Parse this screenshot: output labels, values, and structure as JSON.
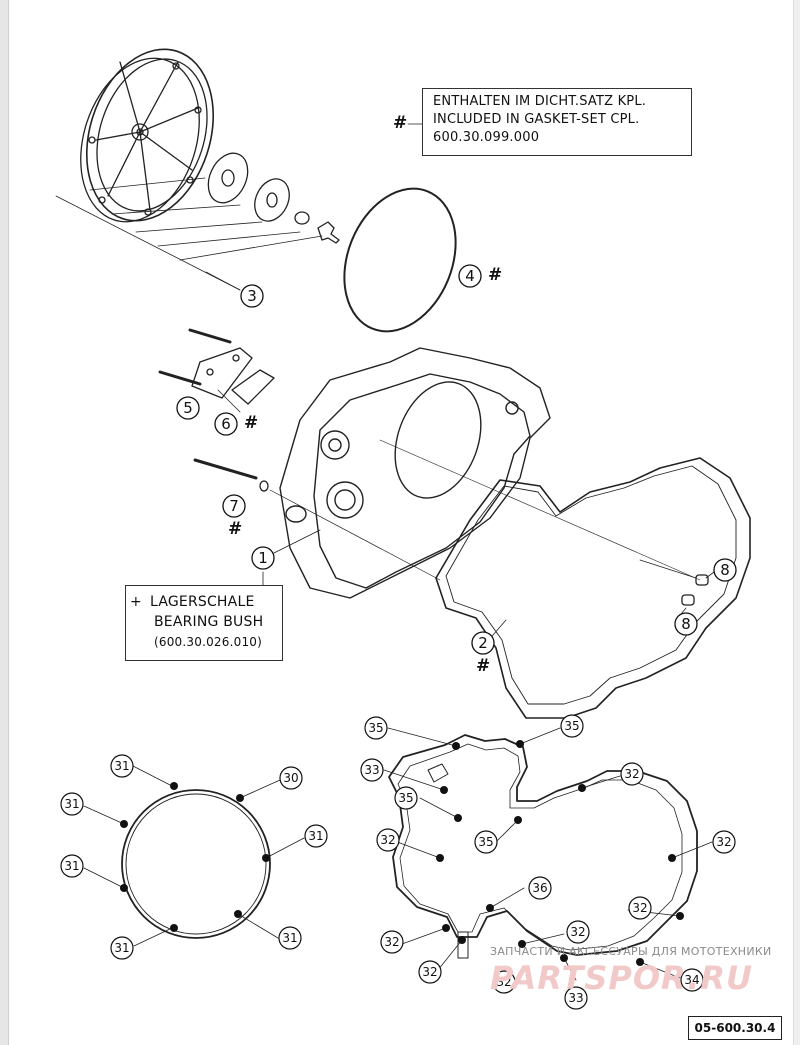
{
  "note": {
    "symbol": "#",
    "line1": "ENTHALTEN IM DICHT.SATZ KPL.",
    "line2": "INCLUDED IN GASKET-SET CPL.",
    "line3": "600.30.099.000"
  },
  "bearing_note": {
    "plus": "+",
    "line1": "LAGERSCHALE",
    "line2": "BEARING BUSH",
    "line3": "(600.30.026.010)"
  },
  "callouts": {
    "c1": "1",
    "c2": "2",
    "c3": "3",
    "c4": "4",
    "c5": "5",
    "c6": "6",
    "c7": "7",
    "c8a": "8",
    "c8b": "8",
    "left_gasket": [
      "31",
      "30",
      "31",
      "31",
      "31",
      "31",
      "31"
    ],
    "right_gasket": [
      "35",
      "35",
      "33",
      "32",
      "35",
      "32",
      "35",
      "32",
      "36",
      "32",
      "32",
      "32",
      "32",
      "32",
      "33",
      "34"
    ]
  },
  "hash_marks": [
    "#",
    "#",
    "#",
    "#",
    "#"
  ],
  "drawing_code": "05-600.30.4",
  "watermark": {
    "top": "ЗАПЧАСТИ И АКСЕССУАРЫ ДЛЯ МОТОТЕХНИКИ",
    "logo": "PARTSPOR.RU"
  }
}
